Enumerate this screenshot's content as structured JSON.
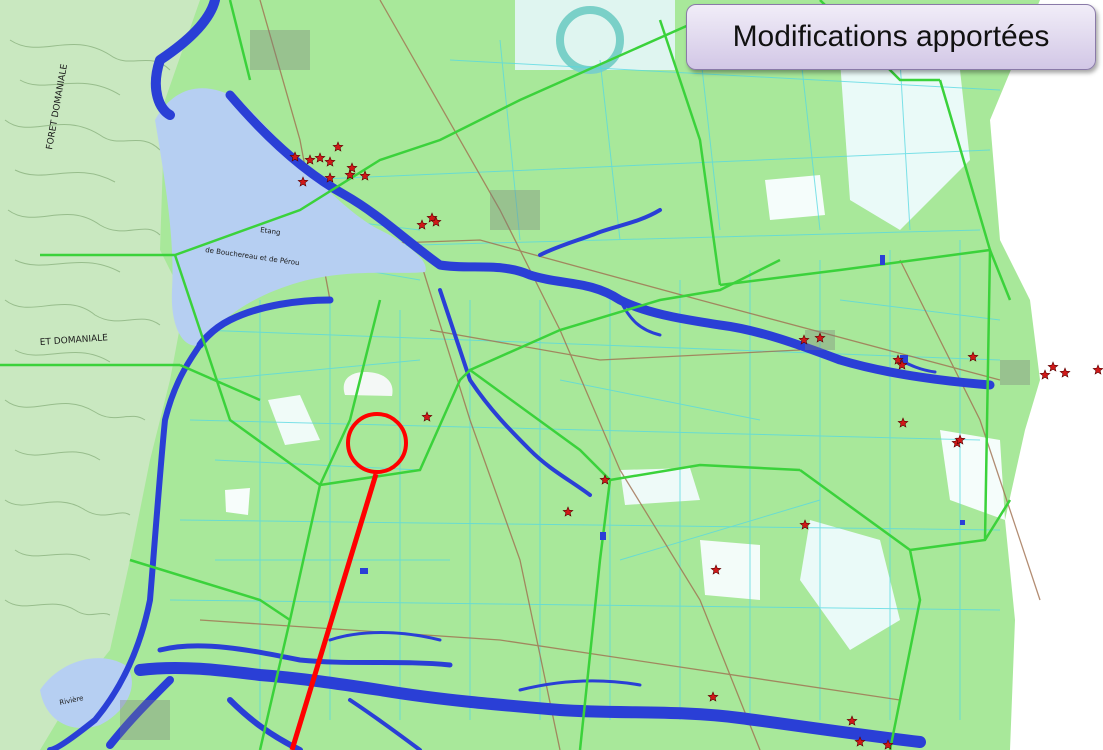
{
  "callout": {
    "title": "Modifications apportées"
  },
  "map_labels": {
    "forest_top": "FORET DOMANIALE",
    "forest_mid": "ET DOMANIALE",
    "pond_1": "Etang",
    "pond_2": "de Bouchereau et de Pérou",
    "river": "Rivière"
  },
  "colors": {
    "land": "#a8e89a",
    "forest": "#c9e8c0",
    "water": "#b6cff2",
    "flood": "#2a3fd6",
    "boundary": "#3bd23b",
    "grid": "#54d8e2",
    "road": "#a07050",
    "marker": "#d01818",
    "highlight": "#ff0000"
  },
  "markers": {
    "count_shown": 34,
    "icon": "star-icon"
  },
  "highlight": {
    "icon": "circle-callout",
    "pointer": "red-line"
  }
}
